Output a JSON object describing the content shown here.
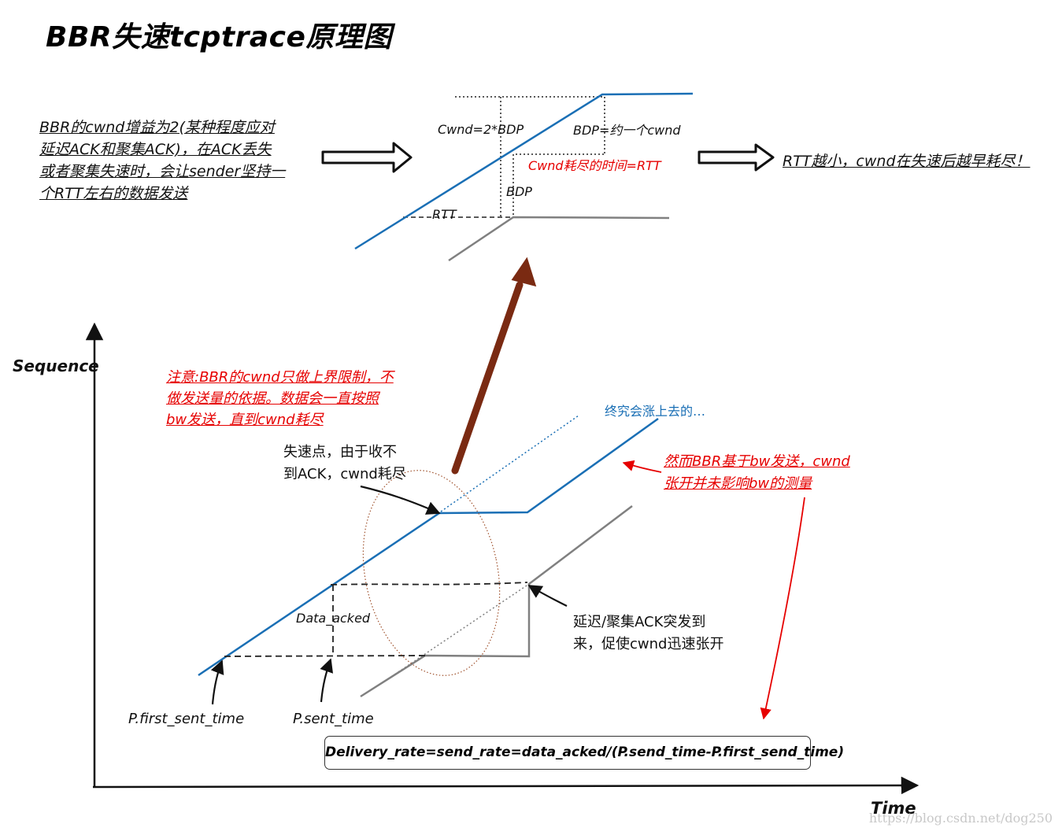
{
  "title": "BBR失速tcptrace原理图",
  "top_left_note": [
    "BBR的cwnd增益为2(某种程度应对",
    "延迟ACK和聚集ACK)，在ACK丢失",
    "或者聚集失速时，会让sender坚持一",
    "个RTT左右的数据发送"
  ],
  "top_right_note": "RTT越小，cwnd在失速后越早耗尽！",
  "inset": {
    "cwnd_label": "Cwnd=2*BDP",
    "bdp_cwnd_label": "BDP=约一个cwnd",
    "exhaust_label": "Cwnd耗尽的时间=RTT",
    "bdp_label": "BDP",
    "rtt_label": "RTT"
  },
  "axes": {
    "y_label": "Sequence",
    "x_label": "Time"
  },
  "attention_note": [
    "注意:BBR的cwnd只做上界限制，不",
    "做发送量的依据。数据会一直按照",
    "bw发送，直到cwnd耗尽"
  ],
  "eventually_label": "终究会涨上去的…",
  "stall_note": [
    "失速点，由于收不",
    "到ACK，cwnd耗尽"
  ],
  "however_note": [
    "然而BBR基于bw发送，cwnd",
    "张开并未影响bw的测量"
  ],
  "burst_note": [
    "延迟/聚集ACK突发到",
    "来，促使cwnd迅速张开"
  ],
  "data_acked_label": "Data_acked",
  "first_sent_label": "P.first_sent_time",
  "sent_label": "P.sent_time",
  "formula": "Delivery_rate=send_rate=data_acked/(P.send_time-P.first_send_time)",
  "watermark": "https://blog.csdn.net/dog250",
  "colors": {
    "blue_line": "#1a6fb5",
    "grey_line": "#808080",
    "red_text": "#e60000",
    "brown_arrow": "#7a2a12",
    "ellipse": "#a0522d"
  }
}
